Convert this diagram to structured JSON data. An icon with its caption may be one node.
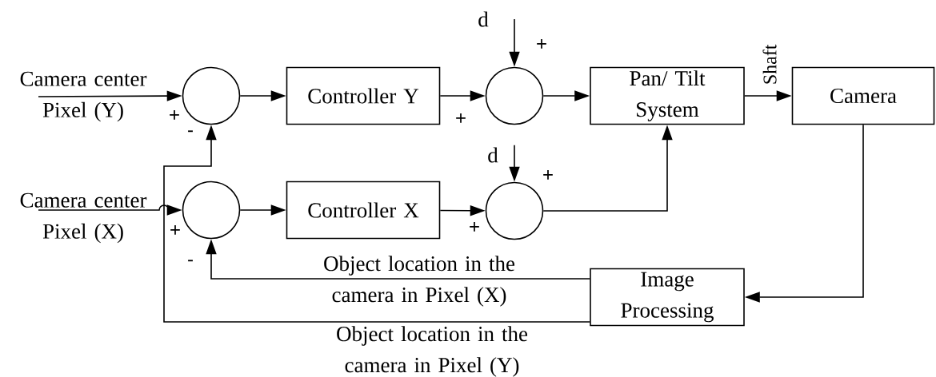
{
  "diagram": {
    "nodes": [
      {
        "text": [
          "Camera center Pixel (Y)"
        ]
      },
      {
        "text": [],
        "shape": "circle"
      },
      {
        "text": [
          "Controller Y"
        ]
      },
      {
        "text": [],
        "shape": "circle"
      },
      {
        "text": [
          "d"
        ]
      },
      {
        "text": [
          "Pan/ Tilt System"
        ]
      },
      {
        "text": [
          "Camera"
        ]
      },
      {
        "text": [
          "Camera center Pixel (X)"
        ]
      },
      {
        "text": [],
        "shape": "circle"
      },
      {
        "text": [
          "Controller X"
        ]
      },
      {
        "text": [
          "d"
        ]
      },
      {
        "text": [],
        "shape": "circle"
      },
      {
        "text": [
          "Image Processing"
        ]
      }
    ],
    "edges": [
      {
        "from": 0,
        "to": 1,
        "arrow": "to"
      },
      {
        "from": 1,
        "to": 2,
        "arrow": "to"
      },
      {
        "from": 2,
        "to": 3,
        "arrow": "to"
      },
      {
        "from": 4,
        "to": 3,
        "arrow": "to"
      },
      {
        "from": 3,
        "to": 5,
        "arrow": "to"
      },
      {
        "from": 5,
        "to": 6,
        "arrow": "to",
        "label": "Shaft"
      },
      {
        "from": 6,
        "to": 12,
        "arrow": "to"
      },
      {
        "from": 7,
        "to": 8,
        "arrow": "to"
      },
      {
        "from": 8,
        "to": 9,
        "arrow": "to"
      },
      {
        "from": 9,
        "to": 11,
        "arrow": "to"
      },
      {
        "from": 10,
        "to": 11,
        "arrow": "to"
      },
      {
        "from": 11,
        "to": 5,
        "arrow": "to"
      },
      {
        "from": 12,
        "to": 8,
        "arrow": "to",
        "label": "Object location in the camera in Pixel (X)"
      },
      {
        "from": 12,
        "to": 1,
        "arrow": "to",
        "label": "Object location in the camera in Pixel (Y)"
      }
    ],
    "labels": [
      "+",
      "+",
      "+",
      "-",
      "+",
      "+",
      "+",
      "-"
    ]
  }
}
